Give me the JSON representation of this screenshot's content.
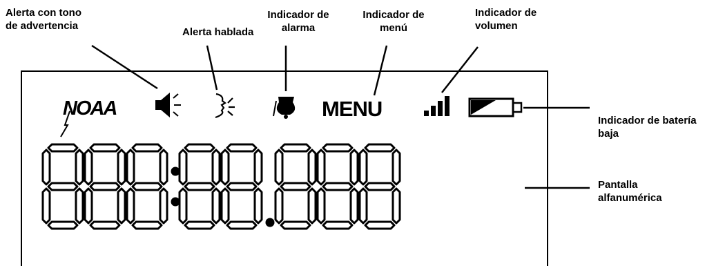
{
  "callouts": {
    "tone_alert": "Alerta con tono\nde advertencia",
    "voice_alert": "Alerta hablada",
    "alarm_indicator": "Indicador de\nalarma",
    "menu_indicator": "Indicador de\nmenú",
    "volume_indicator": "Indicador de\nvolumen",
    "low_battery_indicator": "Indicador de batería\nbaja",
    "alphanumeric_display": "Pantalla\nalfanumérica"
  },
  "lcd": {
    "noaa_logo": "NOAA",
    "menu_text": "MENU",
    "digits": "888:88.888"
  },
  "colors": {
    "ink": "#000000",
    "background": "#ffffff"
  },
  "icons": [
    "speaker-icon",
    "voice-icon",
    "bell-icon",
    "signal-bars-icon",
    "battery-icon"
  ]
}
